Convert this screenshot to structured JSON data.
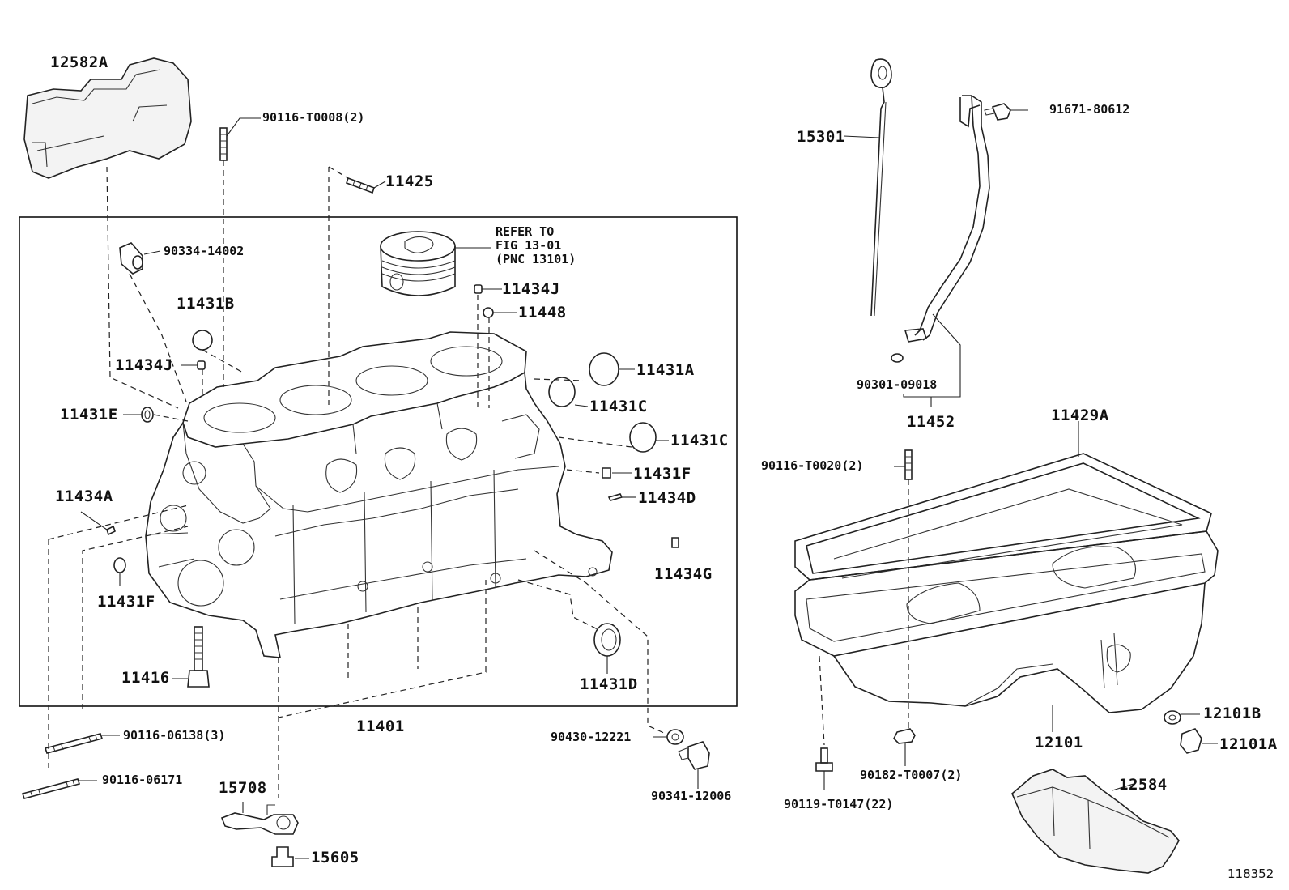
{
  "figure_number": "118352",
  "refer_note": {
    "line1": "REFER TO",
    "line2": "FIG 13-01",
    "line3": "(PNC 13101)"
  },
  "labels": {
    "p12582A": "12582A",
    "p90116T0008": "90116-T0008(2)",
    "p11425": "11425",
    "p90334": "90334-14002",
    "p11434J_top": "11434J",
    "p11448": "11448",
    "p11431B": "11431B",
    "p11434J_left": "11434J",
    "p11431A": "11431A",
    "p11431E": "11431E",
    "p11431C_1": "11431C",
    "p11431C_2": "11431C",
    "p11431F_right": "11431F",
    "p11434A": "11434A",
    "p11434D": "11434D",
    "p11434G": "11434G",
    "p11431F_left": "11431F",
    "p11416": "11416",
    "p11431D": "11431D",
    "p11401": "11401",
    "p90116_06138": "90116-06138(3)",
    "p90430": "90430-12221",
    "p90116_06171": "90116-06171",
    "p90341": "90341-12006",
    "p15708": "15708",
    "p15605": "15605",
    "p15301": "15301",
    "p91671": "91671-80612",
    "p90301": "90301-09018",
    "p11452": "11452",
    "p11429A": "11429A",
    "p90116T0020": "90116-T0020(2)",
    "p12101": "12101",
    "p12101B": "12101B",
    "p12101A": "12101A",
    "p90182": "90182-T0007(2)",
    "p90119": "90119-T0147(22)",
    "p12584": "12584"
  }
}
